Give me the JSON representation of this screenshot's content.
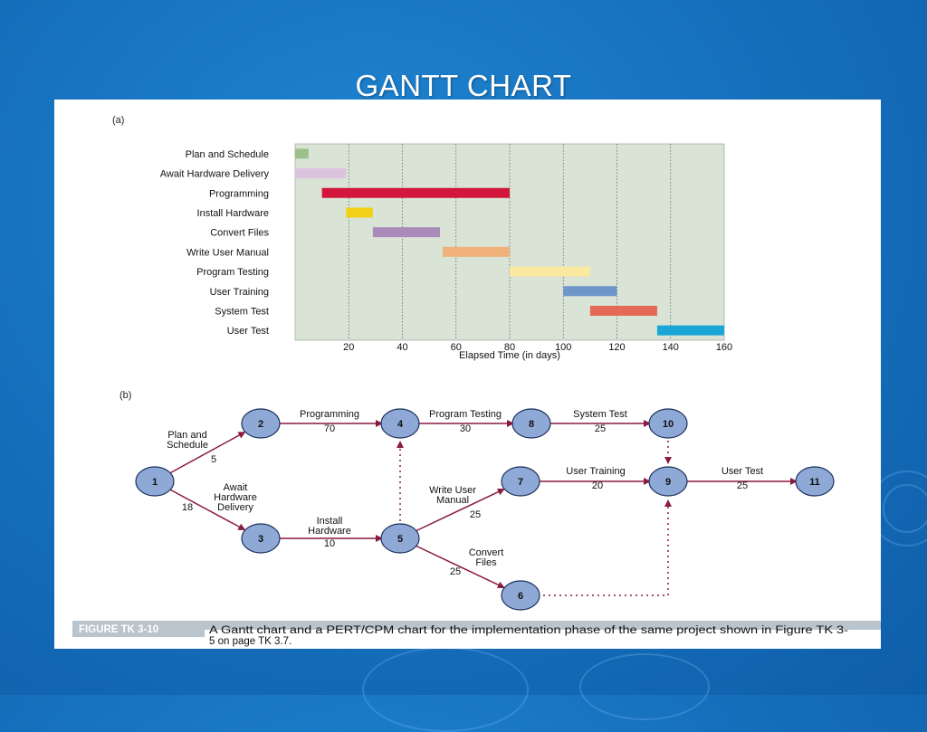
{
  "slide": {
    "title": "GANTT CHART"
  },
  "panel_a_label": "(a)",
  "panel_b_label": "(b)",
  "chart_data": {
    "type": "gantt",
    "xlabel": "Elapsed Time (in days)",
    "xlim": [
      0,
      160
    ],
    "xticks": [
      20,
      40,
      60,
      80,
      100,
      120,
      140,
      160
    ],
    "grid": "vertical dotted",
    "tasks": [
      {
        "label": "Plan and Schedule",
        "start": 0,
        "end": 5,
        "color": "#9dc08b"
      },
      {
        "label": "Await Hardware Delivery",
        "start": 0,
        "end": 19,
        "color": "#dcc4de"
      },
      {
        "label": "Programming",
        "start": 10,
        "end": 80,
        "color": "#d2163c"
      },
      {
        "label": "Install Hardware",
        "start": 19,
        "end": 29,
        "color": "#f1d116"
      },
      {
        "label": "Convert Files",
        "start": 29,
        "end": 54,
        "color": "#a98ab8"
      },
      {
        "label": "Write User Manual",
        "start": 55,
        "end": 80,
        "color": "#f0b27a"
      },
      {
        "label": "Program Testing",
        "start": 80,
        "end": 110,
        "color": "#fbe9a1"
      },
      {
        "label": "User Training",
        "start": 100,
        "end": 120,
        "color": "#6e96c9"
      },
      {
        "label": "System Test",
        "start": 110,
        "end": 135,
        "color": "#e46a56"
      },
      {
        "label": "User Test",
        "start": 135,
        "end": 160,
        "color": "#1aa7d6"
      }
    ]
  },
  "pert": {
    "nodes": [
      "1",
      "2",
      "3",
      "4",
      "5",
      "6",
      "7",
      "8",
      "9",
      "10",
      "11"
    ],
    "edges": [
      {
        "from": "1",
        "to": "2",
        "name": "Plan and Schedule",
        "duration": "5"
      },
      {
        "from": "1",
        "to": "3",
        "name": "Await Hardware Delivery",
        "duration": "18"
      },
      {
        "from": "2",
        "to": "4",
        "name": "Programming",
        "duration": "70"
      },
      {
        "from": "3",
        "to": "5",
        "name": "Install Hardware",
        "duration": "10"
      },
      {
        "from": "4",
        "to": "8",
        "name": "Program Testing",
        "duration": "30"
      },
      {
        "from": "8",
        "to": "10",
        "name": "System Test",
        "duration": "25"
      },
      {
        "from": "5",
        "to": "7",
        "name": "Write User Manual",
        "duration": "25"
      },
      {
        "from": "5",
        "to": "6",
        "name": "Convert Files",
        "duration": "25"
      },
      {
        "from": "7",
        "to": "9",
        "name": "User Training",
        "duration": "20"
      },
      {
        "from": "9",
        "to": "11",
        "name": "User Test",
        "duration": "25"
      },
      {
        "from": "5",
        "to": "4",
        "dummy": true
      },
      {
        "from": "10",
        "to": "9",
        "dummy": true
      },
      {
        "from": "6",
        "to": "9",
        "dummy": true
      }
    ]
  },
  "caption": {
    "label": "FIGURE TK 3-10",
    "text_line1": "A Gantt chart and a PERT/CPM chart for the implementation phase of the same project shown in Figure TK 3-",
    "text_line2": "5 on page TK 3.7."
  },
  "colors": {
    "background": "#1772bf",
    "chart_bg": "#d9e3d6",
    "arrow": "#8b1a3f",
    "node_fill": "#8fa9d6",
    "caption_bar": "#b9c4cc"
  }
}
